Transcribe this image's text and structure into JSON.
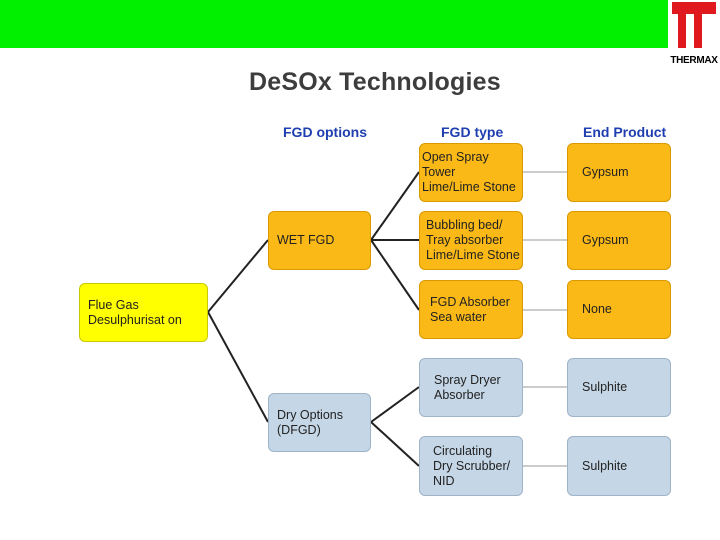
{
  "header": {
    "title": "DeSOx Technologies",
    "logo_text": "THERMAX"
  },
  "colors": {
    "banner": "#00f000",
    "root": "#ffff00",
    "wet": "#fbb917",
    "dry": "#c5d6e6",
    "heading": "#1f3fb0",
    "logo": "#e0191e"
  },
  "columns": {
    "options": "FGD options",
    "type": "FGD type",
    "product": "End Product"
  },
  "root": {
    "label": "Flue Gas\nDesulphurisat on"
  },
  "options": {
    "wet": "WET FGD",
    "dry": "Dry Options\n(DFGD)"
  },
  "types": [
    {
      "label": "Open Spray Tower\nLime/Lime Stone",
      "product": "Gypsum"
    },
    {
      "label": "Bubbling bed/\nTray absorber\nLime/Lime Stone",
      "product": "Gypsum"
    },
    {
      "label": "FGD Absorber\nSea water",
      "product": "None"
    },
    {
      "label": "Spray Dryer\nAbsorber",
      "product": "Sulphite"
    },
    {
      "label": "Circulating\nDry Scrubber/\nNID",
      "product": "Sulphite"
    }
  ]
}
